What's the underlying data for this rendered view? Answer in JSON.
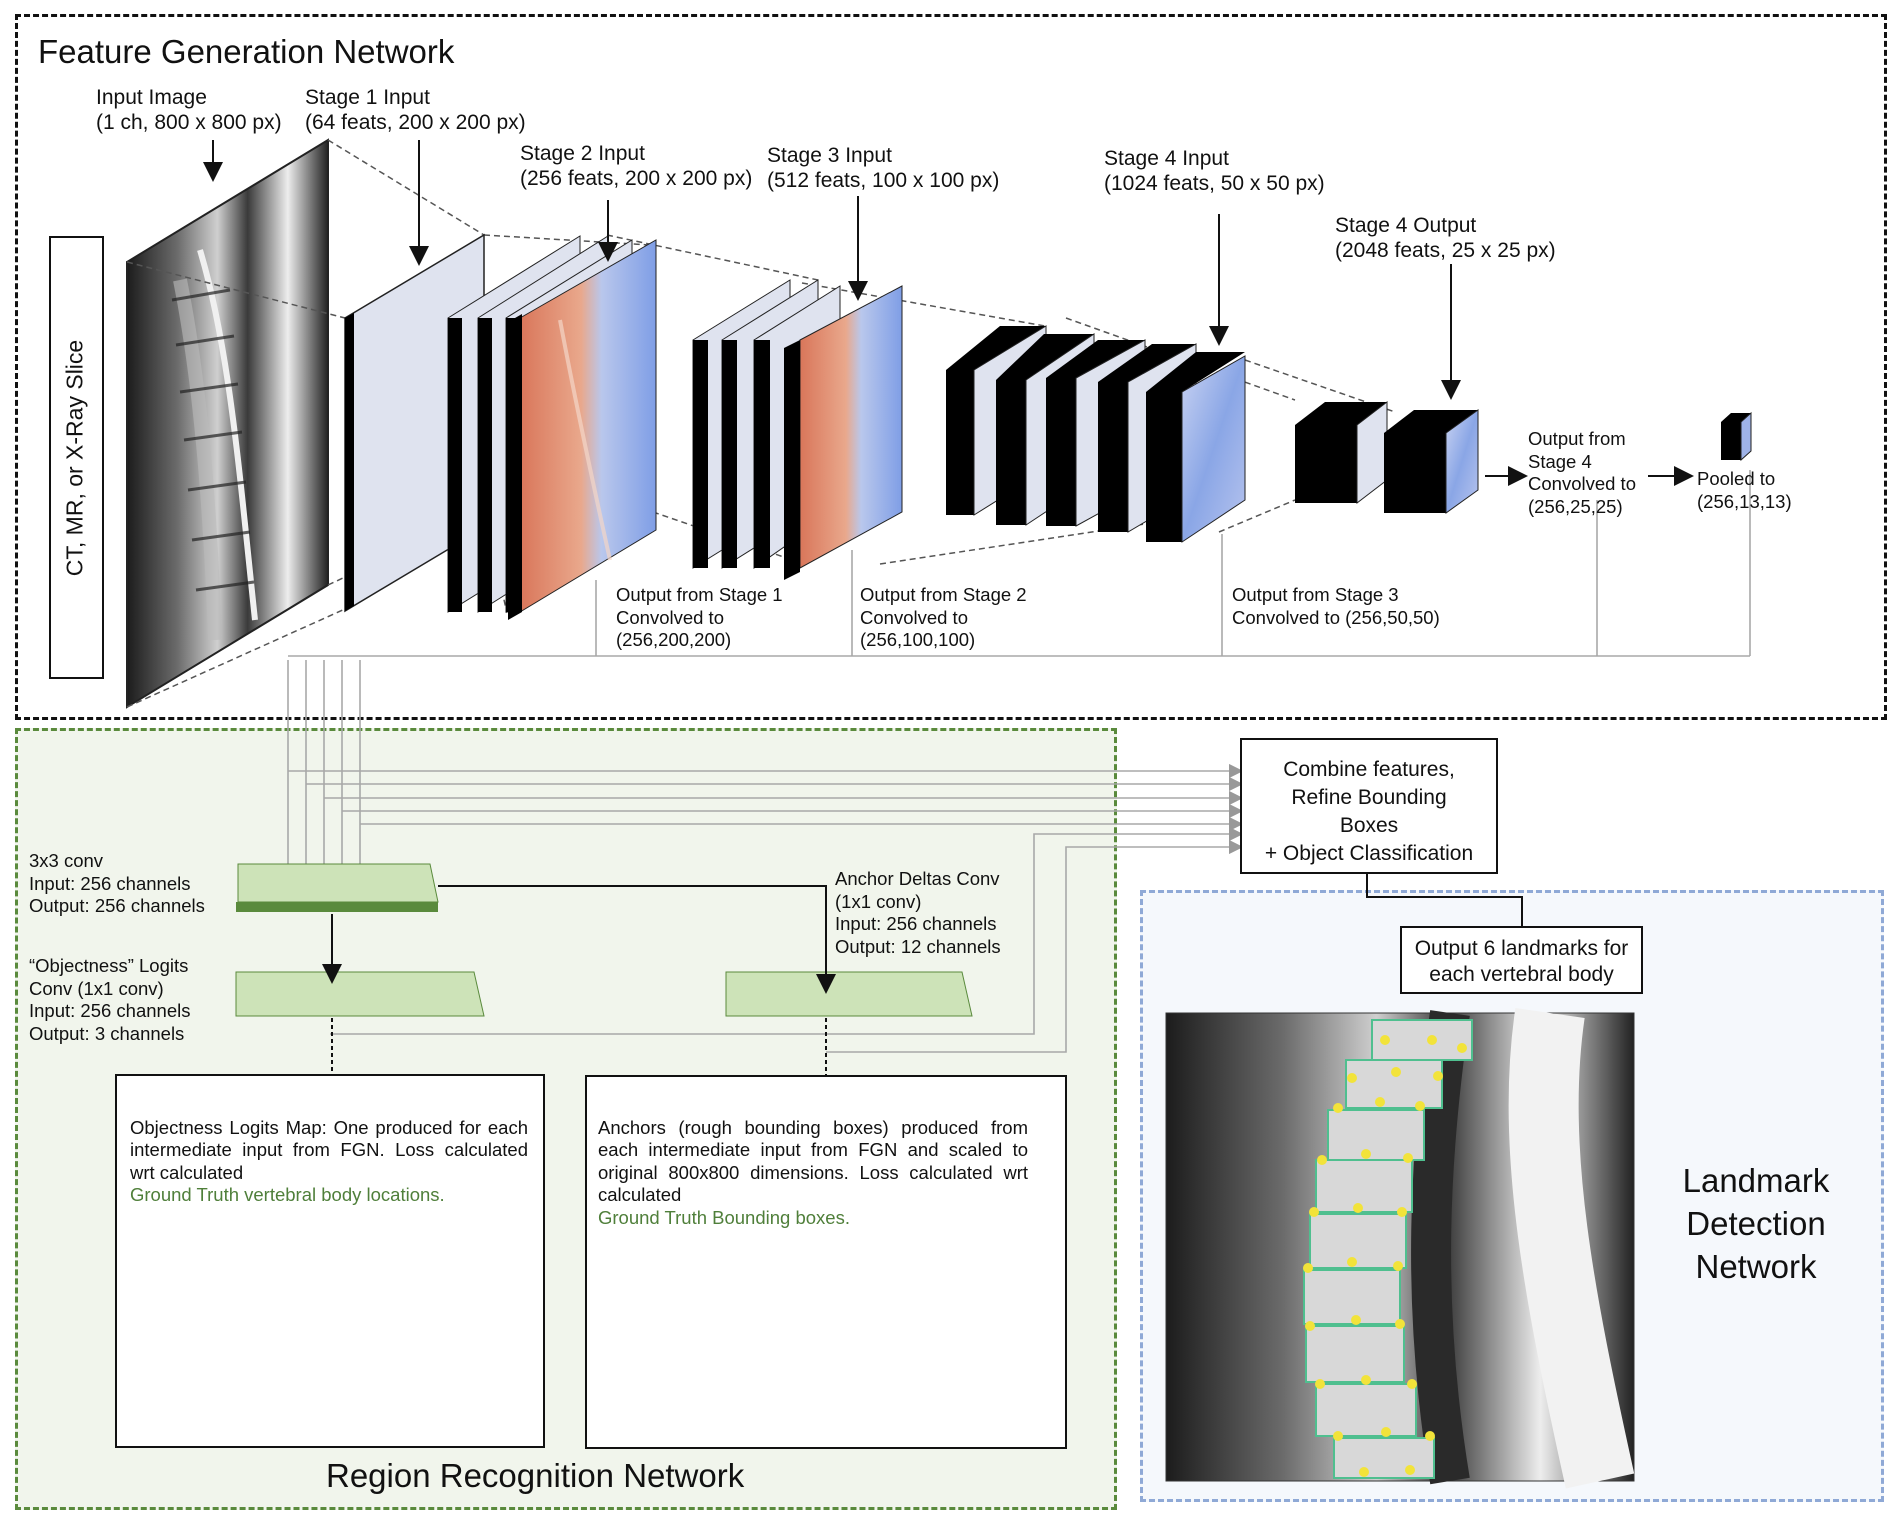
{
  "fgn": {
    "title": "Feature Generation Network",
    "side_label": "CT, MR, or X-Ray Slice",
    "input_image": "Input Image\n(1 ch, 800 x 800 px)",
    "stage1_input": "Stage 1 Input\n(64 feats, 200 x 200 px)",
    "stage2_input": "Stage 2 Input\n(256 feats, 200 x 200 px)",
    "stage3_input": "Stage 3 Input\n(512 feats, 100 x 100 px)",
    "stage4_input": "Stage 4 Input\n(1024 feats, 50 x 50 px)",
    "stage4_output": "Stage 4 Output\n(2048 feats, 25 x 25 px)",
    "out_stage1": "Output from Stage 1\nConvolved to\n(256,200,200)",
    "out_stage2": "Output from Stage 2\nConvolved to\n(256,100,100)",
    "out_stage3": "Output from Stage 3\nConvolved to (256,50,50)",
    "out_stage4": "Output from\nStage 4\nConvolved to\n(256,25,25)",
    "pooled": "Pooled to\n(256,13,13)"
  },
  "rrn": {
    "title": "Region Recognition Network",
    "conv3": "3x3 conv\nInput:     256 channels\nOutput:  256 channels",
    "objectness_conv": "“Objectness” Logits\nConv (1x1 conv)\nInput:     256 channels\nOutput:  3 channels",
    "anchor_conv": "Anchor Deltas Conv\n(1x1 conv)\nInput:     256 channels\nOutput:  12 channels",
    "objectness_map_text": "Objectness Logits Map: One produced for each intermediate input from FGN. Loss calculated wrt calculated",
    "objectness_map_green": "Ground Truth vertebral body locations.",
    "anchors_text": "Anchors (rough bounding boxes) produced from each intermediate input from FGN and scaled to original 800x800 dimensions. Loss calculated wrt calculated",
    "anchors_green": "Ground Truth Bounding boxes."
  },
  "combine": "Combine features,\nRefine Bounding\nBoxes\n+ Object Classification",
  "ldn": {
    "output_box": "Output 6 landmarks for\neach vertebral body",
    "title": "Landmark\nDetection\nNetwork"
  },
  "colors": {
    "fgn_border": "#111111",
    "rrn_border": "#5a8a3c",
    "rrn_bg": "#f1f5ec",
    "ldn_border": "#8fa9d6",
    "ldn_bg": "#f5f8fc",
    "conv_block": "#cde3b8",
    "feature_warm": "#d9765a",
    "feature_cool": "#7f9ee6",
    "landmark": "#f2e33a",
    "bbox": "#4fbf8f",
    "anchor": "#66e0e6"
  }
}
